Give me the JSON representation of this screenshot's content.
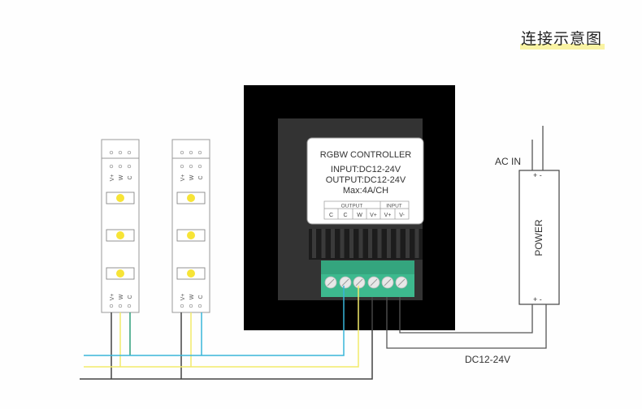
{
  "title": "连接示意图",
  "controller": {
    "name": "RGBW CONTROLLER",
    "input_spec": "INPUT:DC12-24V",
    "output_spec": "OUTPUT:DC12-24V",
    "max_spec": "Max:4A/CH",
    "group_output": "OUTPUT",
    "group_input": "INPUT",
    "terminals": [
      "C",
      "C",
      "W",
      "V+",
      "V+",
      "V-"
    ]
  },
  "strips": [
    {
      "pins_top": [
        "V+",
        "W",
        "C"
      ],
      "pins_bottom": [
        "V+",
        "W",
        "C"
      ]
    },
    {
      "pins_top": [
        "V+",
        "W",
        "C"
      ],
      "pins_bottom": [
        "V+",
        "W",
        "C"
      ]
    }
  ],
  "power": {
    "label": "POWER",
    "ac_label": "AC IN",
    "top_polarity": "+  -",
    "bottom_polarity": "+  -"
  },
  "dc_label": "DC12-24V",
  "colors": {
    "cyan_wire": "#38b6d8",
    "yellow_wire": "#f2ea6a",
    "green_wire": "#2e9e7a",
    "black_wire": "#444444",
    "terminal_green": "#3db98e",
    "led_yellow": "#f7e436"
  }
}
